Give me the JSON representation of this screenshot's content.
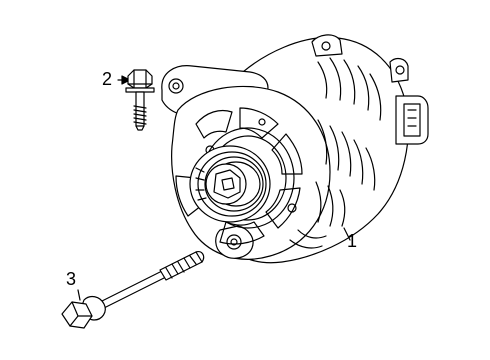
{
  "diagram": {
    "callouts": [
      {
        "number": "1",
        "part": "alternator"
      },
      {
        "number": "2",
        "part": "bolt"
      },
      {
        "number": "3",
        "part": "long-bolt"
      }
    ]
  },
  "colors": {
    "line": "#000000",
    "background": "#ffffff"
  }
}
